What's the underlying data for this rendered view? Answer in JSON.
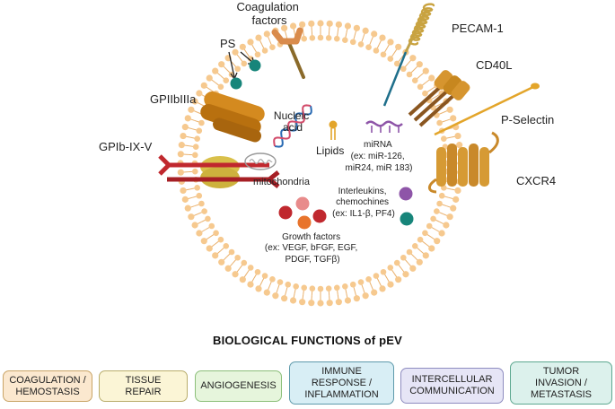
{
  "labels": {
    "coagulation_factors": [
      "Coagulation",
      "factors"
    ],
    "pecam1": "PECAM-1",
    "ps": "PS",
    "cd40l": "CD40L",
    "gpiibiiia": "GPIIbIIIa",
    "p_selectin": "P-Selectin",
    "gpib_ix_v": "GPIb-IX-V",
    "cxcr4": "CXCR4",
    "nucleic_acid": [
      "Nucleic",
      "acid"
    ],
    "lipids": "Lipids",
    "mirna": [
      "miRNA",
      "(ex: miR-126,",
      "miR24, miR 183)"
    ],
    "mitochondria": "mitochondria",
    "interleukins": [
      "Interleukins,",
      "chemochines",
      "(ex: IL1-β, PF4)"
    ],
    "growth_factors": [
      "Growth factors",
      "(ex: VEGF, bFGF, EGF,",
      "PDGF, TGFβ)"
    ]
  },
  "section_title": "BIOLOGICAL FUNCTIONS of pEV",
  "functions": [
    {
      "label": "COAGULATION /\nHEMOSTASIS",
      "bg": "#fbe8cf",
      "border": "#c9a466"
    },
    {
      "label": "TISSUE\nREPAIR",
      "bg": "#fbf5d6",
      "border": "#b9ad6c"
    },
    {
      "label": "ANGIOGENESIS",
      "bg": "#e6f5dc",
      "border": "#8cbf7a"
    },
    {
      "label": "IMMUNE\nRESPONSE /\nINFLAMMATION",
      "bg": "#d8eef5",
      "border": "#5e9aab"
    },
    {
      "label": "INTERCELLULAR\nCOMMUNICATION",
      "bg": "#e6e5f6",
      "border": "#8e8cc0"
    },
    {
      "label": "TUMOR\nINVASION /\nMETASTASIS",
      "bg": "#dcf1ec",
      "border": "#5da890"
    }
  ],
  "colors": {
    "membrane": "#f6c98f",
    "membrane_dark": "#e9b06c",
    "teal": "#17857a",
    "red": "#c0282e",
    "orange": "#e8742c",
    "purple": "#8e55a8",
    "gold": "#d39a2a",
    "brown": "#b3742a"
  }
}
